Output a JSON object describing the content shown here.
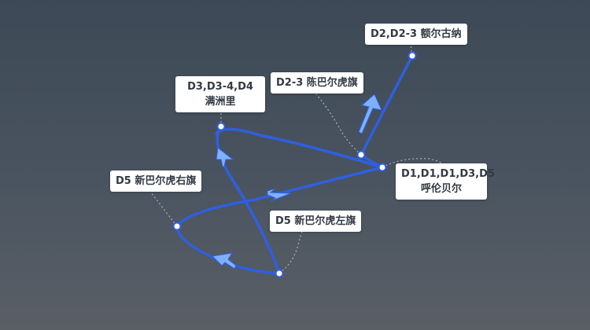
{
  "route": {
    "color": "#2f5fe0",
    "arrow_color": "#7fb0ff",
    "stops": [
      {
        "id": "erguna",
        "label": "D2,D2-3 额尔古纳"
      },
      {
        "id": "chenbarhu",
        "label": "D2-3 陈巴尔虎旗"
      },
      {
        "id": "hulunbuir",
        "label": "D1,D1,D1,D3,D5 呼伦贝尔"
      },
      {
        "id": "manzhouli",
        "label": "D3,D3-4,D4 满洲里"
      },
      {
        "id": "xinbarhu-right",
        "label": "D5 新巴尔虎右旗"
      },
      {
        "id": "xinbarhu-left",
        "label": "D5 新巴尔虎左旗"
      }
    ]
  }
}
